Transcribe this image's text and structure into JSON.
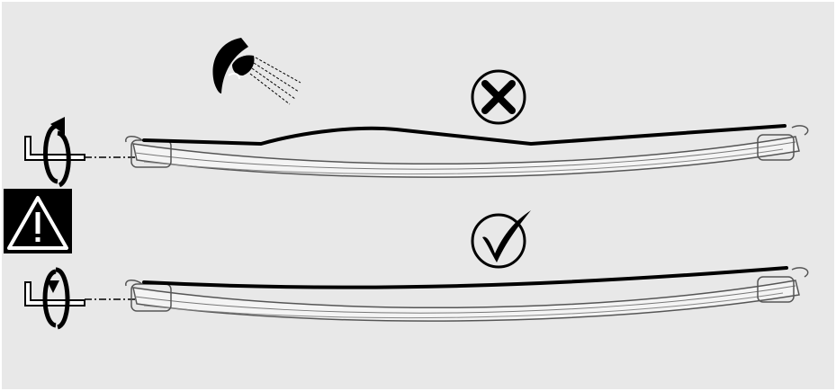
{
  "figure": {
    "background_color": "#e8e8e8",
    "line_color": "#000000",
    "outline_color": "#555555",
    "panels": [
      {
        "id": "incorrect",
        "status": "incorrect",
        "status_icon": "cross-circle-icon",
        "rotation_icon": "clockwise-rotation-arrow-icon",
        "tool_icon": "hex-key-icon",
        "blade_state": "uneven-gap"
      },
      {
        "id": "correct",
        "status": "correct",
        "status_icon": "check-circle-icon",
        "rotation_icon": "counterclockwise-rotation-arrow-icon",
        "tool_icon": "hex-key-icon",
        "blade_state": "even-contact"
      }
    ],
    "warning_icon": "warning-triangle-icon",
    "inspection_icon": "eye-inspection-icon"
  }
}
